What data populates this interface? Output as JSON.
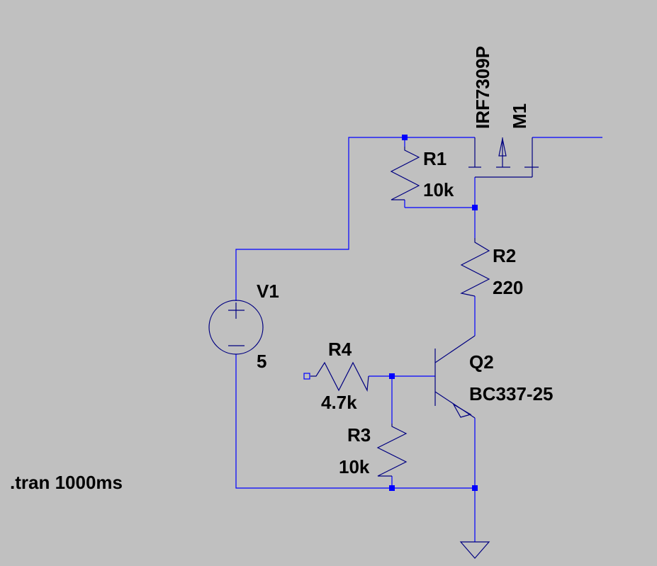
{
  "components": {
    "M1": {
      "ref": "M1",
      "model": "IRF7309P"
    },
    "R1": {
      "ref": "R1",
      "value": "10k"
    },
    "R2": {
      "ref": "R2",
      "value": "220"
    },
    "R3": {
      "ref": "R3",
      "value": "10k"
    },
    "R4": {
      "ref": "R4",
      "value": "4.7k"
    },
    "V1": {
      "ref": "V1",
      "value": "5"
    },
    "Q2": {
      "ref": "Q2",
      "model": "BC337-25"
    }
  },
  "directive": ".tran 1000ms",
  "colors": {
    "background": "#c0c0c0",
    "wire": "#0000ff",
    "component": "#000080",
    "text": "#000000"
  }
}
